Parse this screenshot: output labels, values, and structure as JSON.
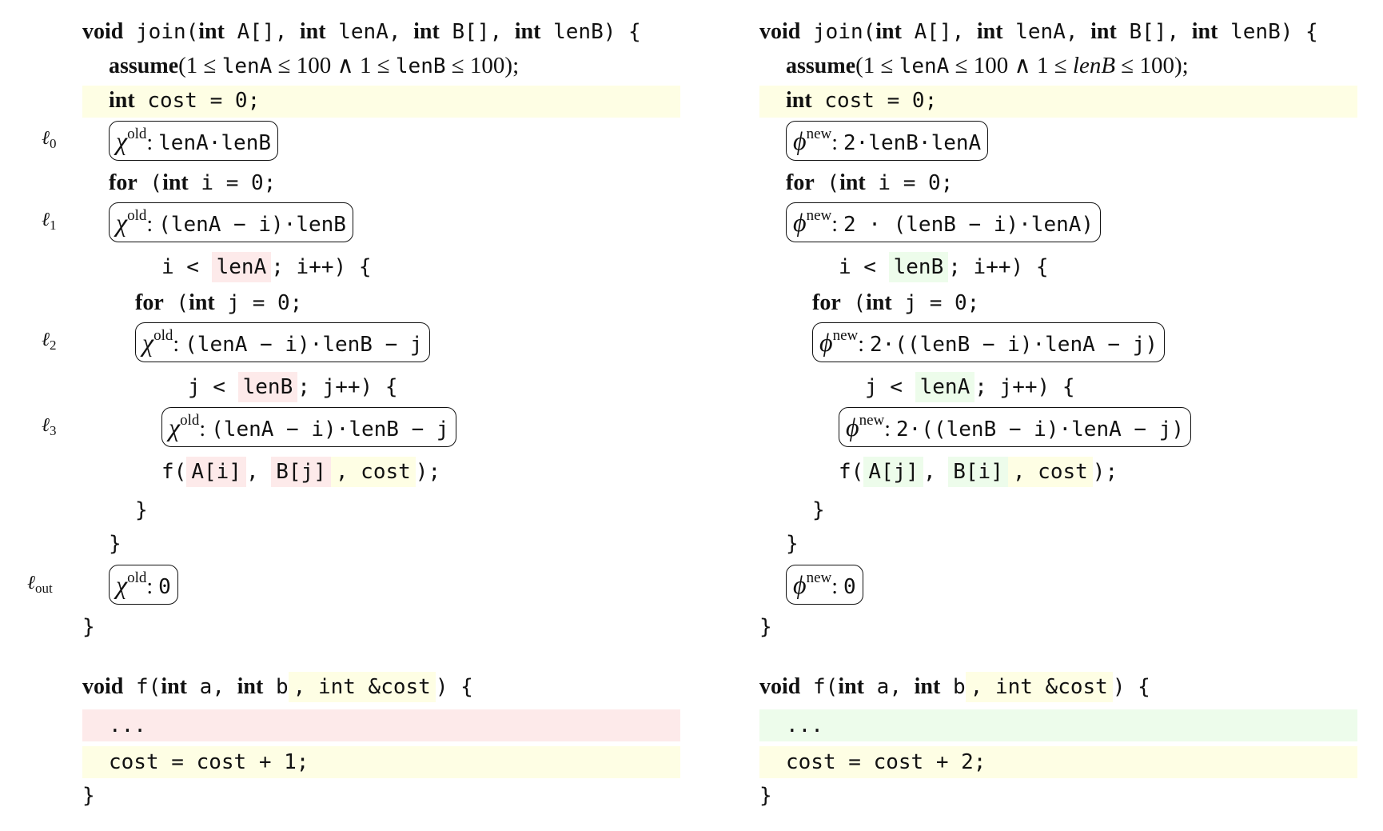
{
  "colors": {
    "removed": "#fdeaea",
    "changed": "#fefee4",
    "added": "#edfceb",
    "box_border": "#111111"
  },
  "location_labels": [
    {
      "base": "ℓ",
      "sub": "0"
    },
    {
      "base": "ℓ",
      "sub": "1"
    },
    {
      "base": "ℓ",
      "sub": "2"
    },
    {
      "base": "ℓ",
      "sub": "3"
    },
    {
      "base": "ℓ",
      "sub": "out"
    }
  ],
  "old_program": {
    "join_signature": [
      {
        "t": "void",
        "s": "kw"
      },
      {
        "t": " join(",
        "s": "code"
      },
      {
        "t": "int",
        "s": "kw"
      },
      {
        "t": " A[], ",
        "s": "code"
      },
      {
        "t": "int",
        "s": "kw"
      },
      {
        "t": " lenA, ",
        "s": "code"
      },
      {
        "t": "int",
        "s": "kw"
      },
      {
        "t": " B[], ",
        "s": "code"
      },
      {
        "t": "int",
        "s": "kw"
      },
      {
        "t": " lenB) {",
        "s": "code"
      }
    ],
    "assume_line": [
      {
        "t": "assume",
        "s": "kw"
      },
      {
        "t": "(1 ≤ ",
        "s": "math"
      },
      {
        "t": "lenA",
        "s": "code"
      },
      {
        "t": " ≤ 100 ∧ 1 ≤ ",
        "s": "math"
      },
      {
        "t": "lenB",
        "s": "code"
      },
      {
        "t": " ≤ 100);",
        "s": "math"
      }
    ],
    "cost_init": [
      {
        "t": "int",
        "s": "kw"
      },
      {
        "t": " cost = 0;",
        "s": "code"
      }
    ],
    "outer_for_init": [
      {
        "t": "for",
        "s": "kw"
      },
      {
        "t": " (",
        "s": "code"
      },
      {
        "t": "int",
        "s": "kw"
      },
      {
        "t": " i = 0;",
        "s": "code"
      }
    ],
    "outer_for_cond": [
      {
        "t": "i < ",
        "s": "code"
      },
      {
        "t": "lenA",
        "s": "code",
        "hl": "red"
      },
      {
        "t": "; i++) {",
        "s": "code"
      }
    ],
    "inner_for_init": [
      {
        "t": "for",
        "s": "kw"
      },
      {
        "t": " (",
        "s": "code"
      },
      {
        "t": "int",
        "s": "kw"
      },
      {
        "t": " j = 0;",
        "s": "code"
      }
    ],
    "inner_for_cond": [
      {
        "t": "j < ",
        "s": "code"
      },
      {
        "t": "lenB",
        "s": "code",
        "hl": "red"
      },
      {
        "t": "; j++) {",
        "s": "code"
      }
    ],
    "call_line": [
      {
        "t": "f(",
        "s": "code"
      },
      {
        "t": "A[i]",
        "s": "code",
        "hl": "red"
      },
      {
        "t": ", ",
        "s": "code"
      },
      {
        "t": "B[j]",
        "s": "code",
        "hl": "red"
      },
      {
        "t": ", cost",
        "s": "code",
        "hl": "yellow"
      },
      {
        "t": ");",
        "s": "code"
      }
    ],
    "close_inner": "}",
    "close_outer": "}",
    "close_join": "}",
    "potentials": [
      {
        "symbol": "χ",
        "sup": "old",
        "expr": "lenA·lenB"
      },
      {
        "symbol": "χ",
        "sup": "old",
        "expr": "(lenA − i)·lenB"
      },
      {
        "symbol": "χ",
        "sup": "old",
        "expr": "(lenA − i)·lenB − j"
      },
      {
        "symbol": "χ",
        "sup": "old",
        "expr": "(lenA − i)·lenB − j"
      },
      {
        "symbol": "χ",
        "sup": "old",
        "expr": "0"
      }
    ],
    "f_signature": [
      {
        "t": "void",
        "s": "kw"
      },
      {
        "t": " f(",
        "s": "code"
      },
      {
        "t": "int",
        "s": "kw"
      },
      {
        "t": " a, ",
        "s": "code"
      },
      {
        "t": "int",
        "s": "kw"
      },
      {
        "t": " b",
        "s": "code"
      },
      {
        "t": ", int &cost",
        "s": "code",
        "hl": "yellow"
      },
      {
        "t": ") {",
        "s": "code"
      }
    ],
    "f_body_ellipsis": "...",
    "f_body_update": "cost = cost + 1;",
    "f_close": "}"
  },
  "new_program": {
    "join_signature": [
      {
        "t": "void",
        "s": "kw"
      },
      {
        "t": " join(",
        "s": "code"
      },
      {
        "t": "int",
        "s": "kw"
      },
      {
        "t": " A[], ",
        "s": "code"
      },
      {
        "t": "int",
        "s": "kw"
      },
      {
        "t": " lenA, ",
        "s": "code"
      },
      {
        "t": "int",
        "s": "kw"
      },
      {
        "t": " B[], ",
        "s": "code"
      },
      {
        "t": "int",
        "s": "kw"
      },
      {
        "t": " lenB) {",
        "s": "code"
      }
    ],
    "assume_line": [
      {
        "t": "assume",
        "s": "kw"
      },
      {
        "t": "(1 ≤ ",
        "s": "math"
      },
      {
        "t": "lenA",
        "s": "code"
      },
      {
        "t": " ≤ 100 ∧ 1 ≤ ",
        "s": "math"
      },
      {
        "t": "lenB",
        "s": "mathi"
      },
      {
        "t": " ≤ 100);",
        "s": "math"
      }
    ],
    "cost_init": [
      {
        "t": "int",
        "s": "kw"
      },
      {
        "t": " cost = 0;",
        "s": "code"
      }
    ],
    "outer_for_init": [
      {
        "t": "for",
        "s": "kw"
      },
      {
        "t": " (",
        "s": "code"
      },
      {
        "t": "int",
        "s": "kw"
      },
      {
        "t": " i = 0;",
        "s": "code"
      }
    ],
    "outer_for_cond": [
      {
        "t": "i < ",
        "s": "code"
      },
      {
        "t": "lenB",
        "s": "code",
        "hl": "green"
      },
      {
        "t": "; i++) {",
        "s": "code"
      }
    ],
    "inner_for_init": [
      {
        "t": "for",
        "s": "kw"
      },
      {
        "t": " (",
        "s": "code"
      },
      {
        "t": "int",
        "s": "kw"
      },
      {
        "t": " j = 0;",
        "s": "code"
      }
    ],
    "inner_for_cond": [
      {
        "t": "j < ",
        "s": "code"
      },
      {
        "t": "lenA",
        "s": "code",
        "hl": "green"
      },
      {
        "t": "; j++) {",
        "s": "code"
      }
    ],
    "call_line": [
      {
        "t": "f(",
        "s": "code"
      },
      {
        "t": "A[j]",
        "s": "code",
        "hl": "green"
      },
      {
        "t": ", ",
        "s": "code"
      },
      {
        "t": "B[i]",
        "s": "code",
        "hl": "green"
      },
      {
        "t": ", cost",
        "s": "code",
        "hl": "yellow"
      },
      {
        "t": ");",
        "s": "code"
      }
    ],
    "close_inner": "}",
    "close_outer": "}",
    "close_join": "}",
    "potentials": [
      {
        "symbol": "ϕ",
        "sup": "new",
        "expr": "2·lenB·lenA"
      },
      {
        "symbol": "ϕ",
        "sup": "new",
        "expr": "2 · (lenB − i)·lenA)"
      },
      {
        "symbol": "ϕ",
        "sup": "new",
        "expr": "2·((lenB − i)·lenA − j)"
      },
      {
        "symbol": "ϕ",
        "sup": "new",
        "expr": "2·((lenB − i)·lenA − j)"
      },
      {
        "symbol": "ϕ",
        "sup": "new",
        "expr": "0"
      }
    ],
    "f_signature": [
      {
        "t": "void",
        "s": "kw"
      },
      {
        "t": " f(",
        "s": "code"
      },
      {
        "t": "int",
        "s": "kw"
      },
      {
        "t": " a, ",
        "s": "code"
      },
      {
        "t": "int",
        "s": "kw"
      },
      {
        "t": " b",
        "s": "code"
      },
      {
        "t": ", int &cost",
        "s": "code",
        "hl": "yellow"
      },
      {
        "t": ") {",
        "s": "code"
      }
    ],
    "f_body_ellipsis": "...",
    "f_body_update": "cost = cost + 2;",
    "f_close": "}"
  }
}
